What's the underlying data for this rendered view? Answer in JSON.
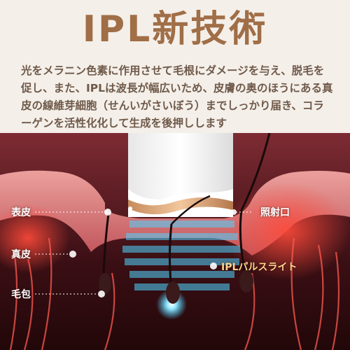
{
  "title": "IPL新技術",
  "description": "光をメラニン色素に作用させて毛根にダメージを与え、脱毛を促し、また、IPLは波長が幅広いため、皮膚の奥のほうにある真皮の線維芽細胞（せんいがさいぼう）までしっかり届き、コラーゲンを活性化化して生成を後押しします",
  "labels": {
    "epidermis": "表皮",
    "dermis": "真皮",
    "follicle": "毛包",
    "window": "照射口",
    "pulse": "IPLパルスライト"
  },
  "colors": {
    "title": "#a06e47",
    "text": "#6f5a4a",
    "skin": "#e27a7a",
    "deep": "#7a1f24",
    "light": "#37c8ff"
  }
}
